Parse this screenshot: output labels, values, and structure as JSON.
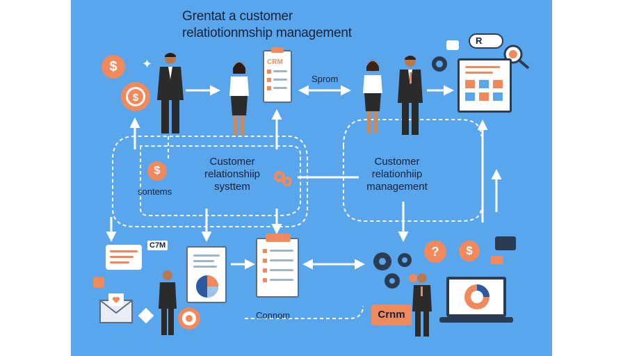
{
  "title": {
    "line1": "Grentat a customer",
    "line2": "relatiotionmship management"
  },
  "labels": {
    "sprom": "Sprom",
    "left_box_title": "Customer\nrelationshiip\nsysttem",
    "sontems": "sontems",
    "right_box_title": "Customer\nrelationhiip\nmanagement",
    "connom": "Connom",
    "crm_board": "CRM",
    "c7m_tag": "C7M",
    "crnm_badge": "Crnm",
    "r_bubble": "R",
    "dollar": "$",
    "question": "?"
  },
  "colors": {
    "background": "#5aa6ec",
    "accent": "#f08a5d",
    "text": "#11223a",
    "line": "#ffffff"
  },
  "icons": [
    "dollar-coin-icon",
    "gear-dollar-icon",
    "sparkle-icon",
    "clipboard-crm-icon",
    "chat-bubble-icon",
    "magnifier-icon",
    "dashboard-icon",
    "chart-clipboard-icon",
    "checklist-icon",
    "laptop-donut-icon",
    "envelope-icon",
    "gear-cluster-icon",
    "question-icon",
    "target-icon"
  ]
}
